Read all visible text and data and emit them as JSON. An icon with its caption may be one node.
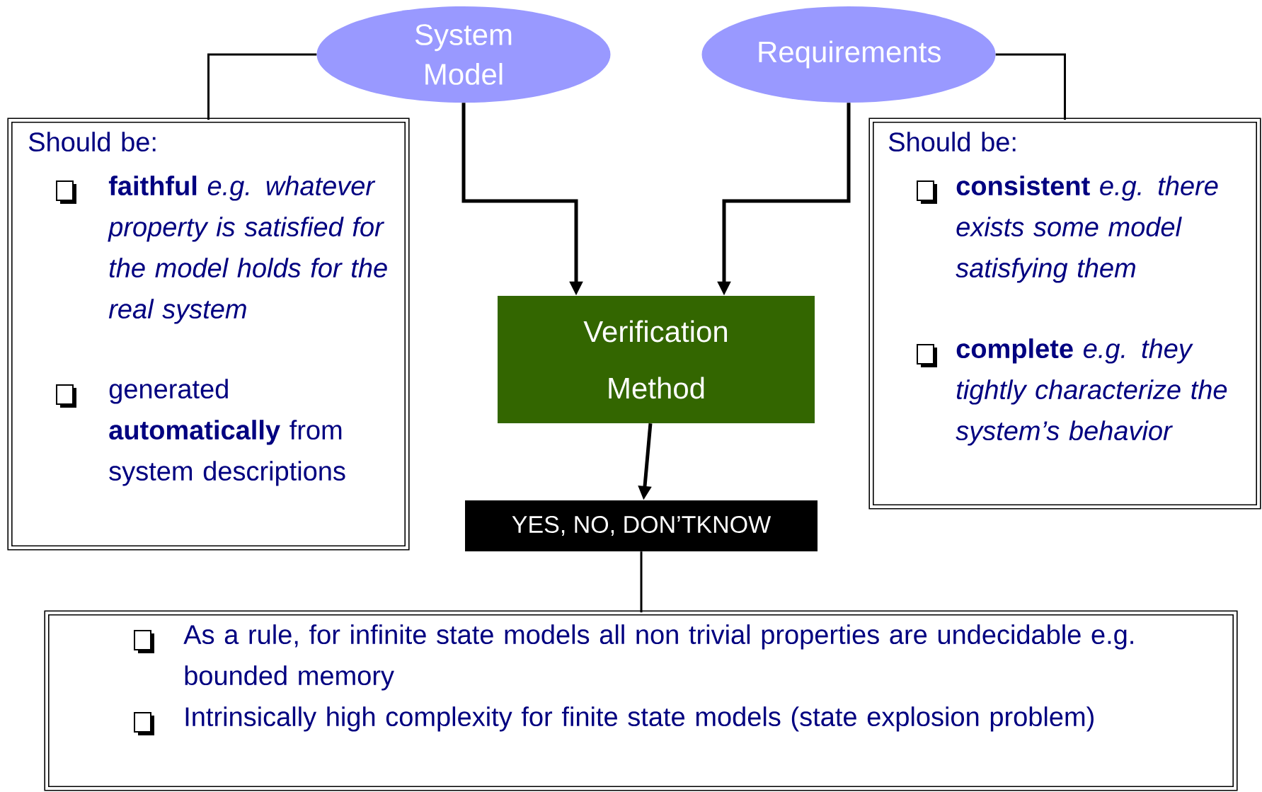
{
  "diagram": {
    "nodes": [
      {
        "text": [
          "System Model"
        ]
      },
      {
        "text": [
          "Requirements"
        ]
      },
      {
        "text": [
          "Should be:",
          "**faithful** *e.g. whatever property is satisfied for the model holds for the real system*",
          "generated **automatically** from system descriptions"
        ]
      },
      {
        "text": [
          "Should be:",
          "**consistent** *e.g. there exists some model satisfying them*",
          "**complete** *e.g. they tightly characterize the system’s behavior*"
        ]
      },
      {
        "text": [
          "Verification Method"
        ]
      },
      {
        "text": [
          "YES, NO, DON’TKNOW"
        ]
      },
      {
        "text": [
          "As a rule, for infinite state models all non trivial properties are undecidable e.g. bounded memory",
          "Intrinsically high complexity for finite state models (state explosion problem)"
        ]
      }
    ],
    "edges": [
      {
        "from": 0,
        "to": 4,
        "arrow": "to"
      },
      {
        "from": 1,
        "to": 4,
        "arrow": "to"
      },
      {
        "from": 4,
        "to": 5,
        "arrow": "to"
      },
      {
        "from": 5,
        "to": 6,
        "arrow": "none"
      },
      {
        "from": 0,
        "to": 2,
        "arrow": "none"
      },
      {
        "from": 1,
        "to": 3,
        "arrow": "none"
      }
    ]
  }
}
